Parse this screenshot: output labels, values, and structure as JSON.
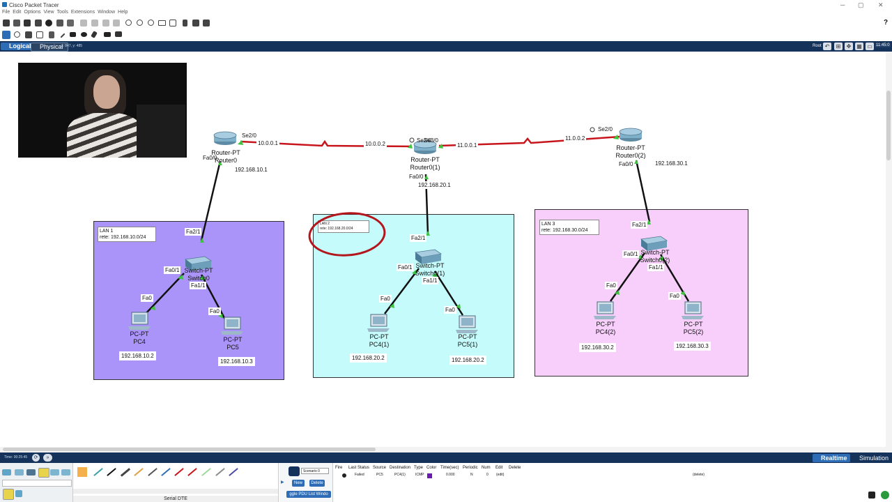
{
  "window": {
    "title": "Cisco Packet Tracer"
  },
  "menu": [
    "File",
    "Edit",
    "Options",
    "View",
    "Tools",
    "Extensions",
    "Window",
    "Help"
  ],
  "help_label": "?",
  "modebar": {
    "logical": "Logical",
    "physical": "Physical",
    "coords": "x: 847, y: 485",
    "root": "Root",
    "clock": "11:45:0"
  },
  "lans": [
    {
      "title": "LAN 1",
      "net": "rete: 192.168.10.0/24"
    },
    {
      "title": "LAN 2",
      "net": "rete: 192.168.20.0/24"
    },
    {
      "title": "LAN 3",
      "net": "rete: 192.168.30.0/24"
    }
  ],
  "routers": [
    {
      "type": "Router-PT",
      "name": "Router0",
      "if_serial": "Se2/0",
      "if_fa": "Fa0/0",
      "lan_ip": "192.168.10.1"
    },
    {
      "type": "Router-PT",
      "name": "Router0(1)",
      "if_serial_a": "Se2/0",
      "if_serial_b": "Se3/0",
      "if_fa": "Fa0/0",
      "lan_ip": "192.168.20.1"
    },
    {
      "type": "Router-PT",
      "name": "Router0(2)",
      "if_serial": "Se2/0",
      "if_fa": "Fa0/0",
      "lan_ip": "192.168.30.1"
    }
  ],
  "serial_ips": [
    "10.0.0.1",
    "10.0.0.2",
    "11.0.0.1",
    "11.0.0.2"
  ],
  "switches": [
    {
      "type": "Switch-PT",
      "name": "Switch0",
      "up": "Fa2/1",
      "p1": "Fa0/1",
      "p2": "Fa1/1"
    },
    {
      "type": "Switch-PT",
      "name": "Switch0(1)",
      "up": "Fa2/1",
      "p1": "Fa0/1",
      "p2": "Fa1/1"
    },
    {
      "type": "Switch-PT",
      "name": "Switch0(2)",
      "up": "Fa2/1",
      "p1": "Fa0/1",
      "p2": "Fa1/1"
    }
  ],
  "pcs": [
    {
      "type": "PC-PT",
      "name": "PC4",
      "port": "Fa0",
      "ip": "192.168.10.2"
    },
    {
      "type": "PC-PT",
      "name": "PC5",
      "port": "Fa0",
      "ip": "192.168.10.3"
    },
    {
      "type": "PC-PT",
      "name": "PC4(1)",
      "port": "Fa0",
      "ip": "192.168.20.2"
    },
    {
      "type": "PC-PT",
      "name": "PC5(1)",
      "port": "Fa0",
      "ip": "192.168.20.2"
    },
    {
      "type": "PC-PT",
      "name": "PC4(2)",
      "port": "Fa0",
      "ip": "192.168.30.2"
    },
    {
      "type": "PC-PT",
      "name": "PC5(2)",
      "port": "Fa0",
      "ip": "192.168.30.3"
    }
  ],
  "bottom": {
    "time": "Time: 00:25:45",
    "realtime": "Realtime",
    "simulation": "Simulation",
    "device_bar": "Serial DTE",
    "scenario": "Scenario 0",
    "new": "New",
    "delete": "Delete",
    "pdu_list": "ggle PDU List Windo"
  },
  "pdu_table": {
    "headers": [
      "Fire",
      "Last Status",
      "Source",
      "Destination",
      "Type",
      "Color",
      "Time(sec)",
      "Periodic",
      "Num",
      "Edit",
      "Delete"
    ],
    "row": {
      "status": "Failed",
      "source": "PC5",
      "destination": "PC4(1)",
      "type": "ICMP",
      "color": "#6a1ab0",
      "time": "0.000",
      "periodic": "N",
      "num": "0",
      "edit": "(edit)",
      "delete": "(delete)"
    }
  }
}
